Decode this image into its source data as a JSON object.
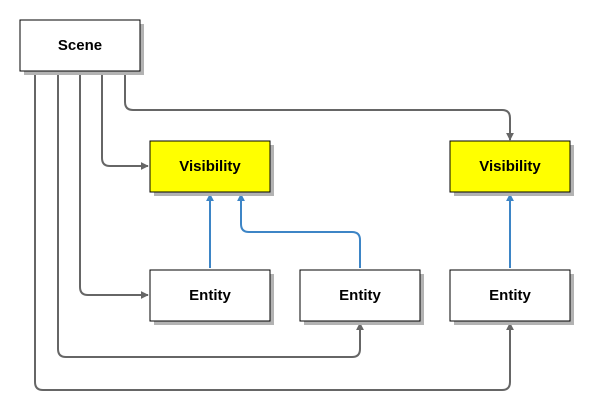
{
  "diagram": {
    "nodes": [
      {
        "id": "scene",
        "label": "Scene",
        "kind": "container"
      },
      {
        "id": "visibility_1",
        "label": "Visibility",
        "kind": "component"
      },
      {
        "id": "visibility_2",
        "label": "Visibility",
        "kind": "component"
      },
      {
        "id": "entity_1",
        "label": "Entity",
        "kind": "entity"
      },
      {
        "id": "entity_2",
        "label": "Entity",
        "kind": "entity"
      },
      {
        "id": "entity_3",
        "label": "Entity",
        "kind": "entity"
      }
    ],
    "edges": [
      {
        "from": "scene",
        "to": "visibility_1",
        "type": "gray"
      },
      {
        "from": "scene",
        "to": "visibility_2",
        "type": "gray"
      },
      {
        "from": "scene",
        "to": "entity_1",
        "type": "gray"
      },
      {
        "from": "scene",
        "to": "entity_2",
        "type": "gray"
      },
      {
        "from": "scene",
        "to": "entity_3",
        "type": "gray"
      },
      {
        "from": "entity_1",
        "to": "visibility_1",
        "type": "blue"
      },
      {
        "from": "entity_2",
        "to": "visibility_1",
        "type": "blue"
      },
      {
        "from": "entity_3",
        "to": "visibility_2",
        "type": "blue"
      }
    ],
    "colors": {
      "node_fill": "#ffffff",
      "highlight_fill": "#ffff00",
      "node_border": "#000000",
      "shadow": "#b3b3b3",
      "gray_edge": "#666666",
      "blue_edge": "#3d85c6"
    }
  }
}
